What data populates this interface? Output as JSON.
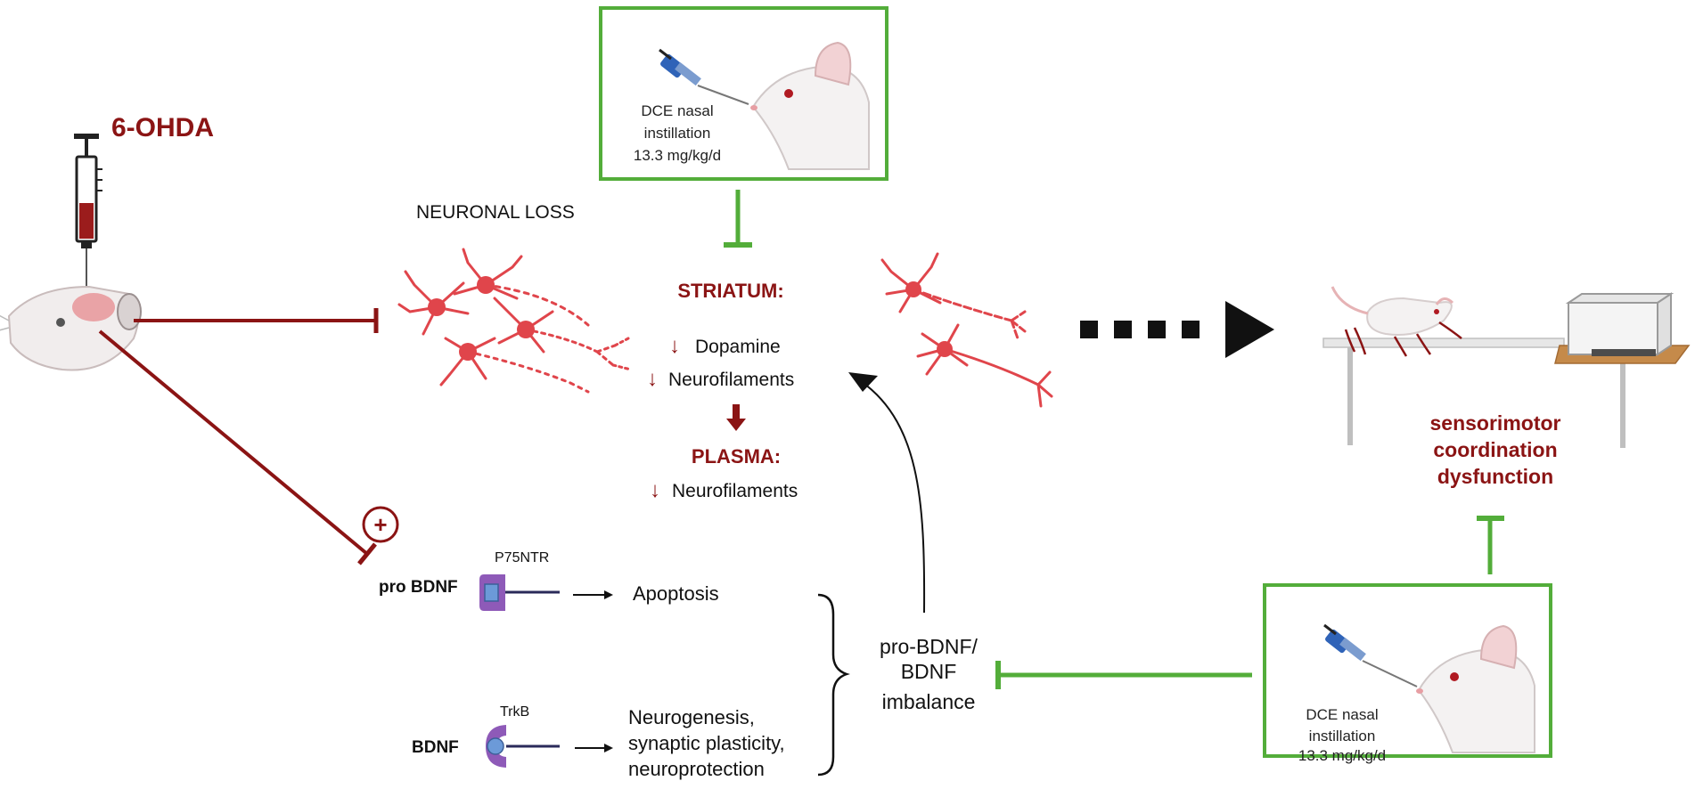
{
  "colors": {
    "dark_red": "#8b1414",
    "neuron_red": "#e0454b",
    "green": "#53ad3a",
    "black": "#111111",
    "receptor_purple": "#8e5ab8",
    "receptor_blue": "#6c9ad8"
  },
  "toxin": {
    "label": "6-OHDA"
  },
  "treatment_top": {
    "line1": "DCE nasal",
    "line2": "instillation",
    "dose": "13.3 mg/kg/d"
  },
  "treatment_bottom": {
    "line1": "DCE nasal",
    "line2": "instillation",
    "dose": "13.3 mg/kg/d"
  },
  "neuronal_loss": {
    "label": "NEURONAL LOSS"
  },
  "striatum": {
    "title": "STRIATUM:",
    "items": [
      "Dopamine",
      "Neurofilaments"
    ]
  },
  "plasma": {
    "title": "PLASMA:",
    "items": [
      "Neurofilaments"
    ]
  },
  "arrow_symbols": {
    "down": "↓"
  },
  "plus_symbol": "+",
  "receptors": {
    "p75": {
      "name": "P75NTR",
      "ligand": "pro BDNF",
      "outcome": "Apoptosis"
    },
    "trkb": {
      "name": "TrkB",
      "ligand": "BDNF",
      "outcome_lines": [
        "Neurogenesis,",
        "synaptic plasticity,",
        "neuroprotection"
      ]
    }
  },
  "imbalance": {
    "lines": [
      "pro-BDNF/",
      "BDNF",
      "imbalance"
    ]
  },
  "outcome": {
    "lines": [
      "sensorimotor",
      "coordination",
      "dysfunction"
    ]
  }
}
